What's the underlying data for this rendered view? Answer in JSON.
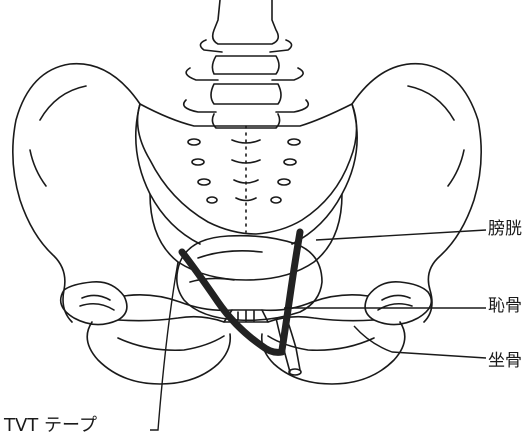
{
  "labels": {
    "bladder": "膀胱",
    "pubis": "恥骨",
    "ischium": "坐骨",
    "tvt_tape": "TVT テープ"
  },
  "colors": {
    "line": "#1a1a1a",
    "tape": "#222222",
    "background": "#ffffff"
  }
}
